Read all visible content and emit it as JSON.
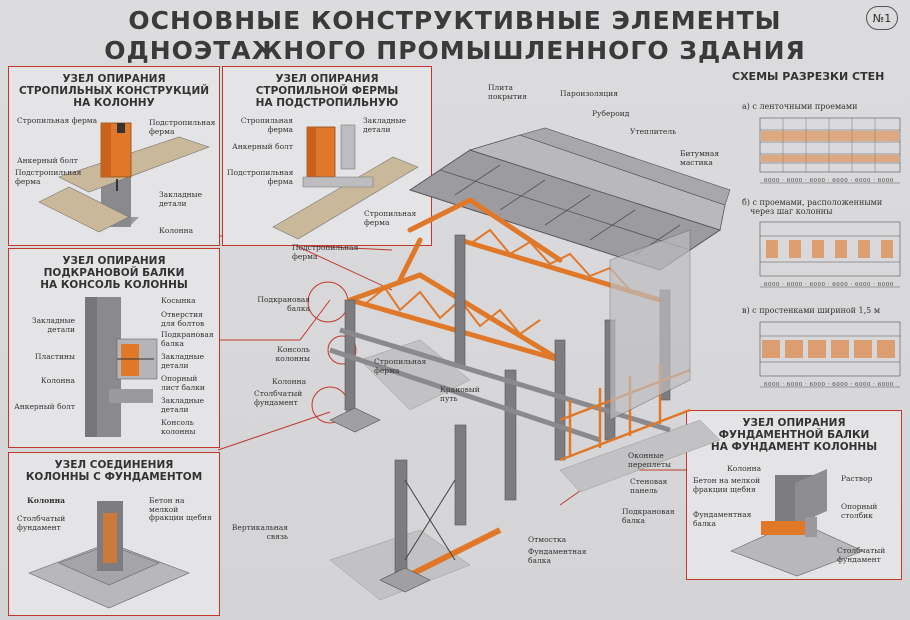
{
  "header": {
    "title_line1": "ОСНОВНЫЕ КОНСТРУКТИВНЫЕ ЭЛЕМЕНТЫ",
    "title_line2": "ОДНОЭТАЖНОГО ПРОМЫШЛЕННОГО ЗДАНИЯ",
    "badge": "№1"
  },
  "panels": {
    "p1": {
      "title": [
        "УЗЕЛ ОПИРАНИЯ",
        "СТРОПИЛЬНЫХ КОНСТРУКЦИЙ",
        "НА КОЛОННУ"
      ],
      "labels": [
        "Стропильная ферма",
        "Подстропильная ферма",
        "Анкерный болт",
        "Подстропильная ферма",
        "Закладные детали",
        "Колонна"
      ]
    },
    "p2": {
      "title": [
        "УЗЕЛ ОПИРАНИЯ",
        "СТРОПИЛЬНОЙ ФЕРМЫ",
        "НА ПОДСТРОПИЛЬНУЮ"
      ],
      "labels": [
        "Стропильная ферма",
        "Закладные детали",
        "Анкерный болт",
        "Подстропильная ферма"
      ]
    },
    "p3": {
      "title": [
        "УЗЕЛ ОПИРАНИЯ",
        "ПОДКРАНОВОЙ БАЛКИ",
        "НА КОНСОЛЬ КОЛОННЫ"
      ],
      "labels": [
        "Косынка",
        "Закладные детали",
        "Отверстия для болтов",
        "Подкрановая балка",
        "Пластины",
        "Закладные детали",
        "Колонна",
        "Опорный лист балки",
        "Анкерный болт",
        "Закладные детали",
        "Консоль колонны"
      ]
    },
    "p4": {
      "title": [
        "УЗЕЛ СОЕДИНЕНИЯ",
        "КОЛОННЫ С ФУНДАМЕНТОМ"
      ],
      "labels": [
        "Колонна",
        "Бетон на мелкой фракции щебня",
        "Стол­бчатый фундамент"
      ]
    },
    "p5": {
      "title": [
        "УЗЕЛ ОПИРАНИЯ",
        "ФУНДАМЕНТНОЙ БАЛКИ",
        "НА ФУНДАМЕНТ КОЛОННЫ"
      ],
      "labels": [
        "Колонна",
        "Бетон на мелкой фракции щебня",
        "Раствор",
        "Опорный столбик",
        "Фундаментная балка",
        "Столбчатый фундамент"
      ]
    }
  },
  "main_labels": [
    "Плита покрытия",
    "Пароизоляция",
    "Рубероид",
    "Утеплитель",
    "Битумная мастика",
    "Стропильная ферма",
    "Подстропильная ферма",
    "Подкрановая балка",
    "Консоль колонны",
    "Колонна",
    "Столбчатый фундамент",
    "Стропильная ферма",
    "Крановый путь",
    "Оконные переплеты",
    "Стеновая панель",
    "Подкрановая балка",
    "Вертикальная связь",
    "Отмостка",
    "Фундаментная балка"
  ],
  "schemes": {
    "title": "СХЕМЫ РАЗРЕЗКИ СТЕН",
    "a": "а) с ленточными проемами",
    "b": [
      "б) с проемами, расположенными",
      "через шаг колонны"
    ],
    "v": "в) с простенками шириной 1,5 м",
    "dims": "6000 · 6000 · 6000 · 6000 · 6000 · 6000"
  },
  "colors": {
    "accent": "#c0392b",
    "timber": "#e0782a",
    "concrete": "#8a8a8e",
    "panel_bg": "#e4e4e6"
  }
}
